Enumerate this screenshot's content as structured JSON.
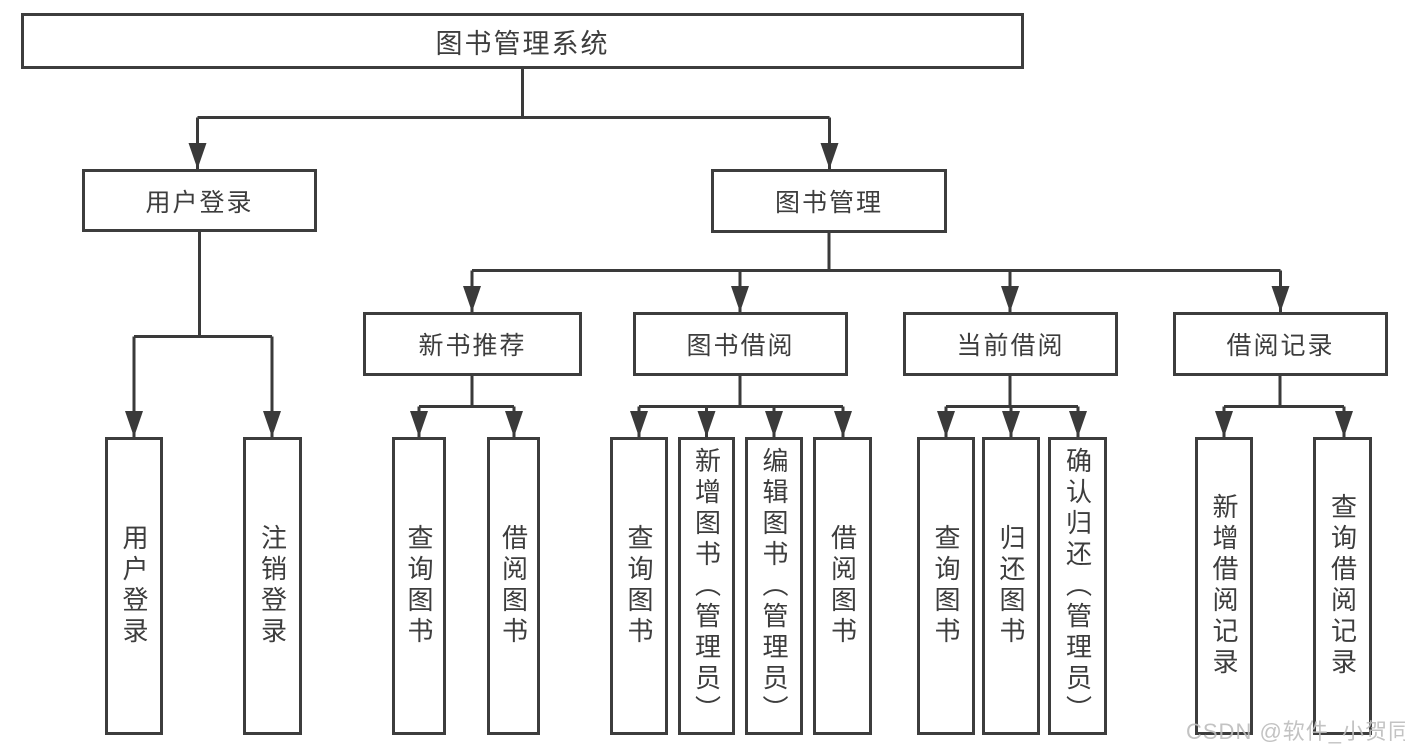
{
  "colors": {
    "background": "#ffffff",
    "line": "#3a3a3a",
    "box_border": "#3d3d3d",
    "text": "#3d3d3d",
    "watermark": "#bdbdbd"
  },
  "diagram": {
    "root": {
      "label": "图书管理系统"
    },
    "level2": [
      {
        "id": "user-login",
        "label": "用户登录"
      },
      {
        "id": "book-management",
        "label": "图书管理"
      }
    ],
    "level3": [
      {
        "id": "new-book-recommend",
        "label": "新书推荐"
      },
      {
        "id": "book-borrowing",
        "label": "图书借阅"
      },
      {
        "id": "current-borrowing",
        "label": "当前借阅"
      },
      {
        "id": "borrowing-records",
        "label": "借阅记录"
      }
    ],
    "leaves": [
      {
        "id": "user-login-leaf",
        "label": "用户登录"
      },
      {
        "id": "logout",
        "label": "注销登录"
      },
      {
        "id": "query-books-1",
        "label": "查询图书"
      },
      {
        "id": "borrow-books-1",
        "label": "借阅图书"
      },
      {
        "id": "query-books-2",
        "label": "查询图书"
      },
      {
        "id": "add-book-admin",
        "label": "新增图书（管理员）"
      },
      {
        "id": "edit-book-admin",
        "label": "编辑图书（管理员）"
      },
      {
        "id": "borrow-books-2",
        "label": "借阅图书"
      },
      {
        "id": "query-books-3",
        "label": "查询图书"
      },
      {
        "id": "return-books",
        "label": "归还图书"
      },
      {
        "id": "confirm-return-admin",
        "label": "确认归还（管理员）"
      },
      {
        "id": "add-borrow-record",
        "label": "新增借阅记录"
      },
      {
        "id": "query-borrow-record",
        "label": "查询借阅记录"
      }
    ]
  },
  "watermark": {
    "text": "CSDN @软件_小贺同学"
  }
}
